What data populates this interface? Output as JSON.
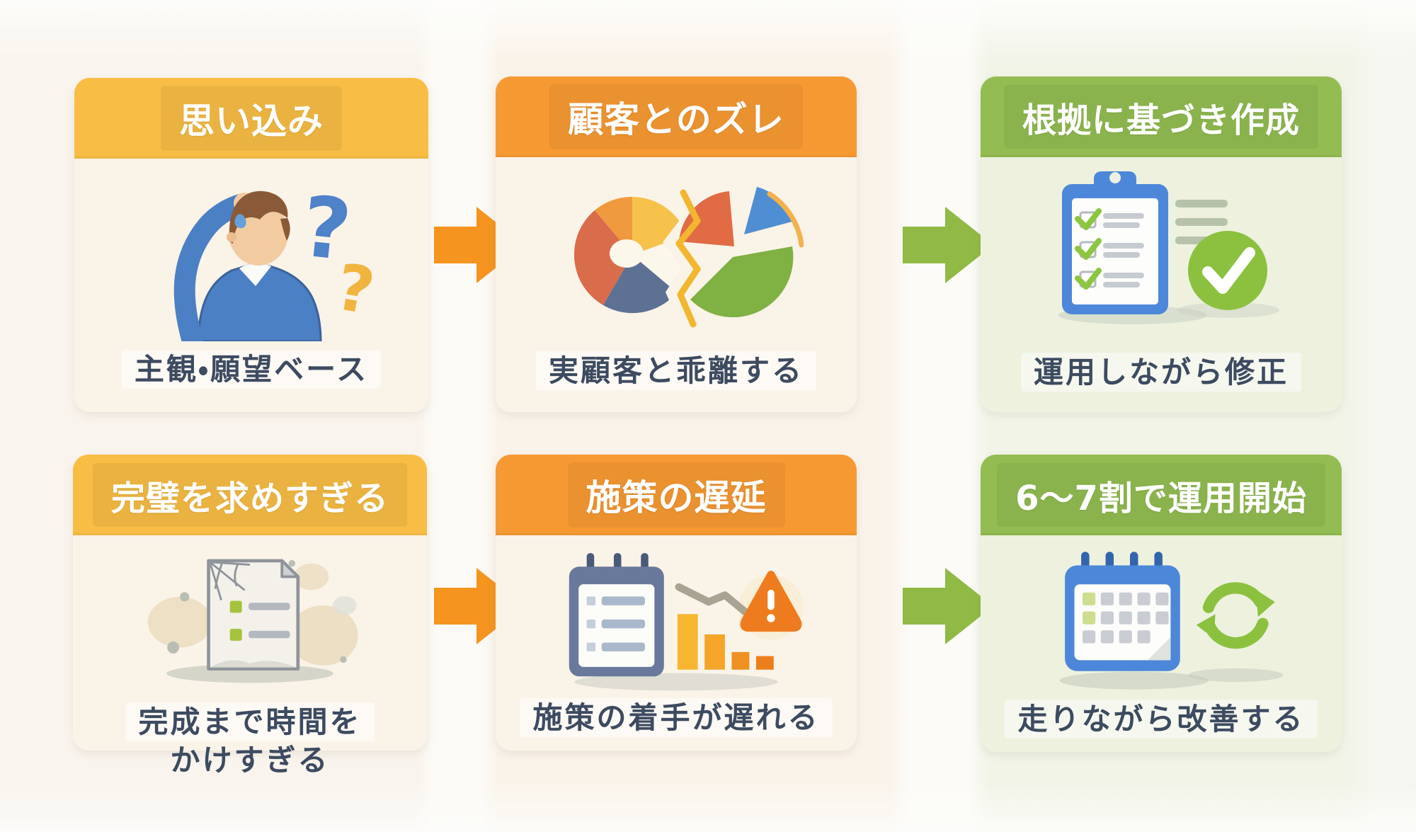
{
  "cards": [
    {
      "id": "assumption",
      "header": "思い込み",
      "caption": "主観・願望ベース",
      "theme": "yellow",
      "icon": "confused-person-icon"
    },
    {
      "id": "customer-gap",
      "header": "顧客とのズレ",
      "caption": "実顧客と乖離する",
      "theme": "orange",
      "icon": "broken-pie-chart-icon"
    },
    {
      "id": "evidence-based",
      "header": "根拠に基づき作成",
      "caption": "運用しながら修正",
      "theme": "green",
      "icon": "checklist-clipboard-icon"
    },
    {
      "id": "perfectionism",
      "header": "完璧を求めすぎる",
      "caption_line1": "完成まで時間を",
      "caption_line2": "かけすぎる",
      "theme": "yellow",
      "icon": "dusty-document-icon"
    },
    {
      "id": "delayed-actions",
      "header": "施策の遅延",
      "caption": "施策の着手が遅れる",
      "theme": "orange",
      "icon": "delayed-calendar-chart-icon"
    },
    {
      "id": "start-at-60-70-percent",
      "header": "6〜7割で運用開始",
      "caption": "走りながら改善する",
      "theme": "green",
      "icon": "calendar-refresh-icon"
    }
  ],
  "arrows": [
    {
      "row": 1,
      "position": "between-card-1-and-2",
      "direction": "right",
      "color": "#f5951f"
    },
    {
      "row": 1,
      "position": "between-card-2-and-3",
      "direction": "right",
      "color": "#90ba45"
    },
    {
      "row": 2,
      "position": "between-card-4-and-5",
      "direction": "right",
      "color": "#f5951f"
    },
    {
      "row": 2,
      "position": "between-card-5-and-6",
      "direction": "right",
      "color": "#90ba45"
    }
  ],
  "colors": {
    "header_yellow": "#f7bd45",
    "header_orange": "#f79933",
    "header_green": "#93bd52",
    "body_cream": "#faf3e8",
    "body_green": "#edf1de",
    "caption_text": "#3d4b61",
    "arrow_orange": "#f5951f",
    "arrow_green": "#90ba45"
  }
}
